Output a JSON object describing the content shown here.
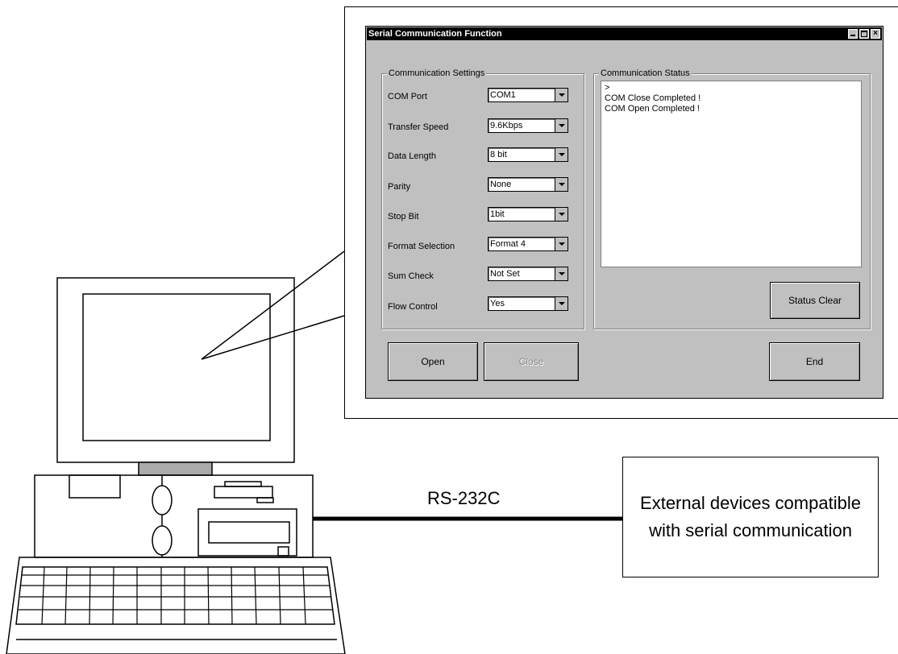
{
  "window": {
    "title": "Serial Communication Function",
    "controls": {
      "minimize": "minimize-icon",
      "maximize": "maximize-icon",
      "close": "close-icon"
    }
  },
  "settings": {
    "title": "Communication Settings",
    "rows": [
      {
        "label": "COM Port",
        "value": "COM1"
      },
      {
        "label": "Transfer Speed",
        "value": "9.6Kbps"
      },
      {
        "label": "Data Length",
        "value": "8 bit"
      },
      {
        "label": "Parity",
        "value": "None"
      },
      {
        "label": "Stop Bit",
        "value": "1bit"
      },
      {
        "label": "Format Selection",
        "value": "Format 4"
      },
      {
        "label": "Sum Check",
        "value": "Not Set"
      },
      {
        "label": "Flow Control",
        "value": "Yes"
      }
    ]
  },
  "status": {
    "title": "Communication Status",
    "lines": [
      ">",
      "COM Close Completed !",
      "COM Open Completed !"
    ],
    "clear_label": "Status Clear"
  },
  "buttons": {
    "open": "Open",
    "close": "Close",
    "end": "End"
  },
  "diagram": {
    "link_label": "RS-232C",
    "device_text": "External devices compatible with serial communication"
  }
}
